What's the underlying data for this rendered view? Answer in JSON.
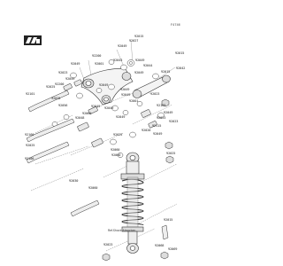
{
  "figure_code": "F4746",
  "note": "Ref.Shock Absorber",
  "parts": {
    "p92015": "92015",
    "p92027": "92027",
    "p92049a": "92049",
    "p92015b": "92015",
    "p92200a": "92200",
    "p92049b": "92049",
    "p92043": "92043",
    "p92049c": "92049",
    "p92001": "92001",
    "p92023a": "92023",
    "p92044": "92044",
    "p92042": "92042",
    "p92049d": "92049",
    "p92049e": "92049",
    "p92015c": "92015",
    "p92200b": "92200",
    "p92025a": "92025",
    "p92049f": "92049",
    "p92023b": "92023",
    "p92049g": "92049",
    "p92101": "92101",
    "p92025b": "92025",
    "p92049h": "92049",
    "p92056": "92056",
    "p92049i": "92049",
    "p92049j": "92049",
    "p92001b": "92001",
    "p92060a": "92060",
    "p92103": "92103",
    "p92049k": "92049",
    "p92048": "92048",
    "p92049l": "92049",
    "p92023c": "92023",
    "p92023d": "92023",
    "p92160": "92160",
    "p92115": "92115",
    "p92020": "92020",
    "p92049m": "92049",
    "p92025c": "92025",
    "p92025d": "92025",
    "p92100": "92100",
    "p92060b": "92060",
    "p92060c": "92060",
    "p92025e": "92025",
    "p92030": "92030",
    "p92060d": "92060",
    "p92015e": "92015",
    "p92023e": "92023",
    "p92068": "92068",
    "p92069": "92069"
  }
}
